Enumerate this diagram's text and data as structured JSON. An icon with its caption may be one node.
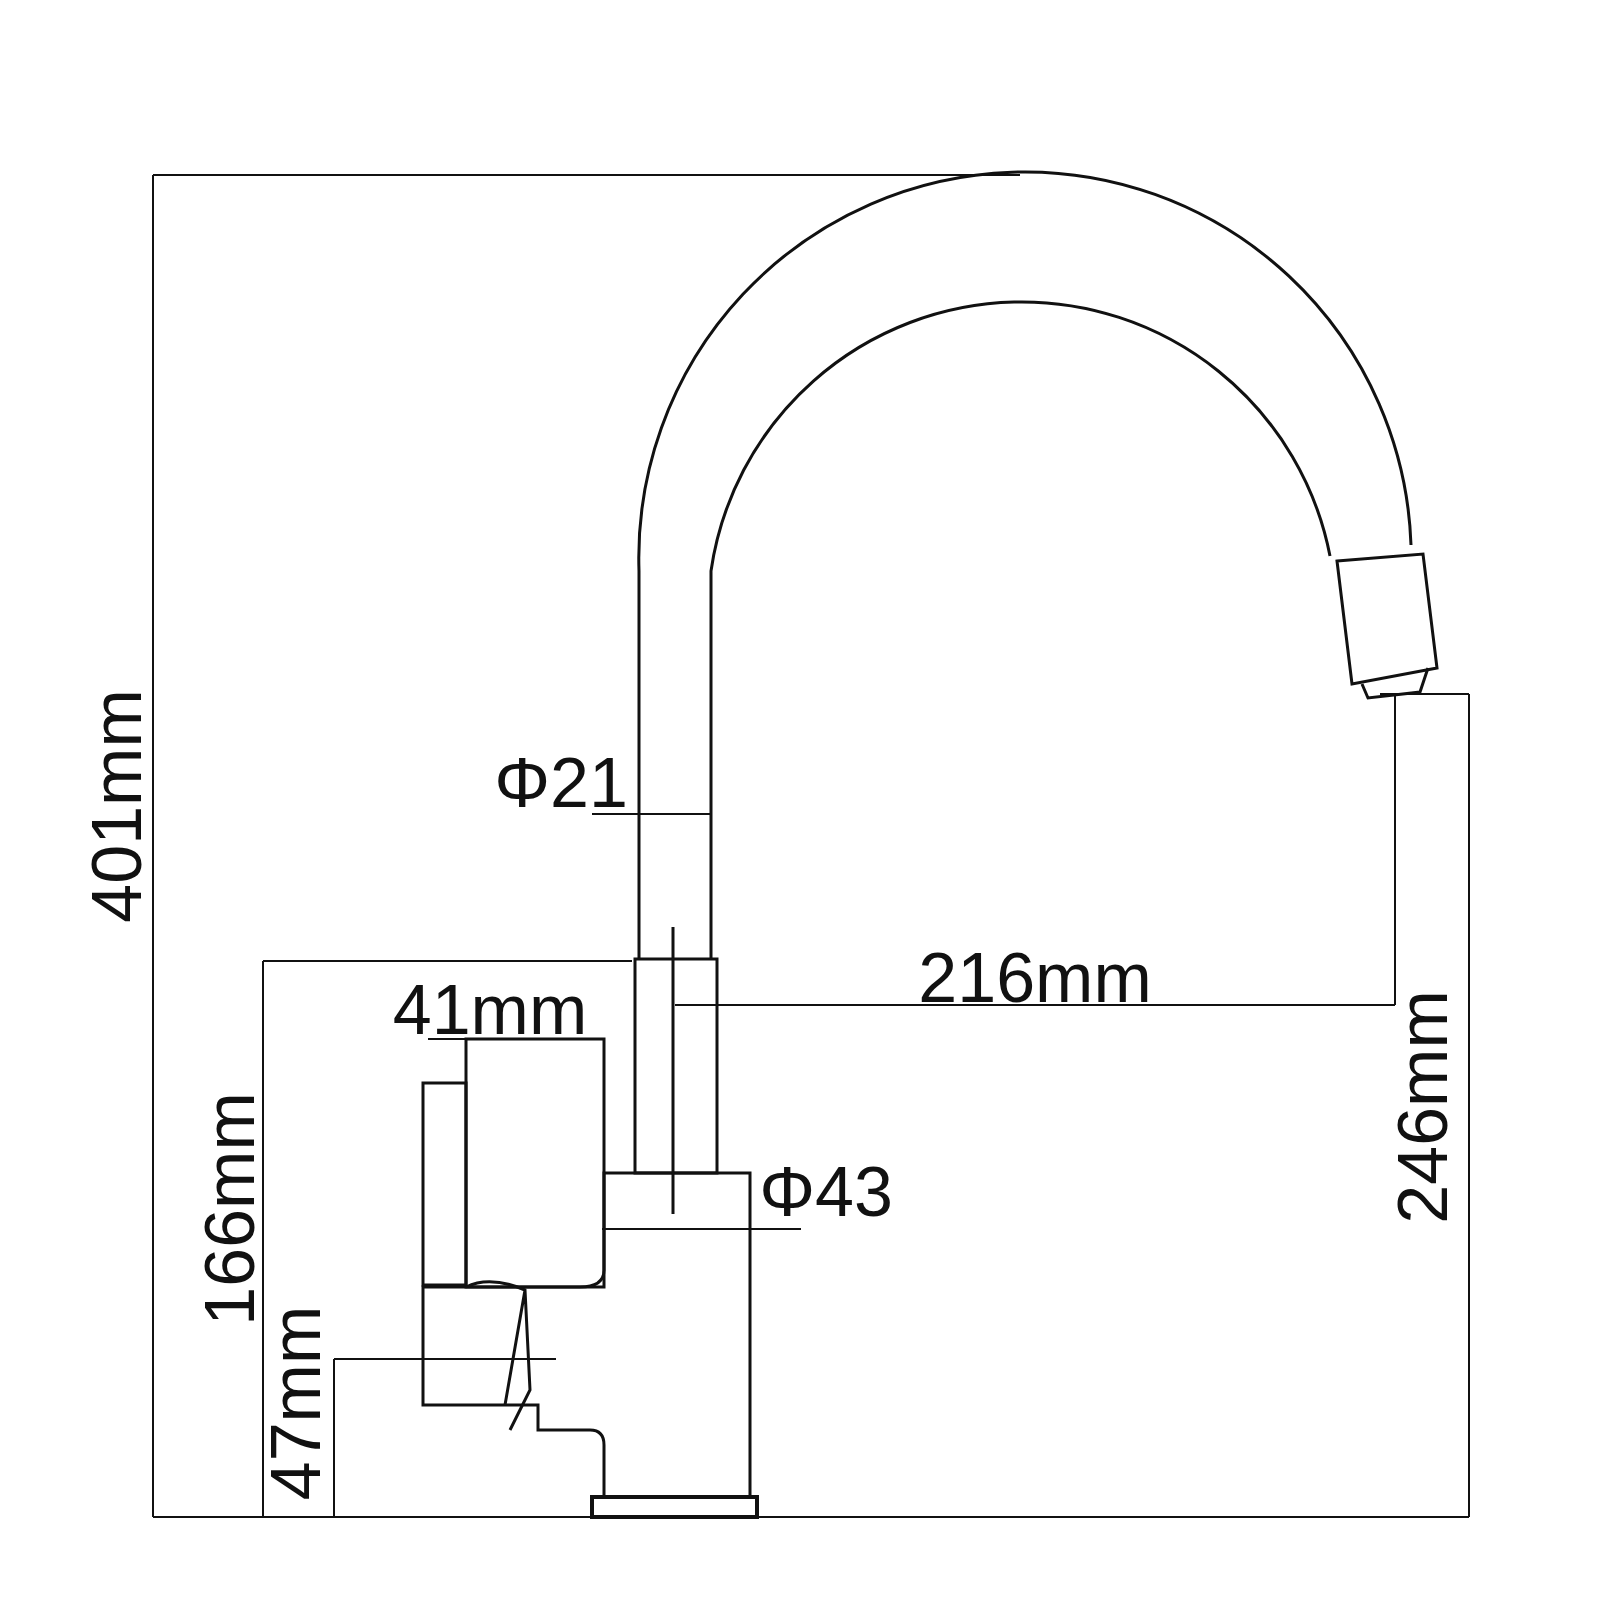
{
  "diagram": {
    "labels": [
      "401mm",
      "Φ21",
      "216mm",
      "41mm",
      "166mm",
      "Φ43",
      "246mm",
      "47mm"
    ]
  }
}
